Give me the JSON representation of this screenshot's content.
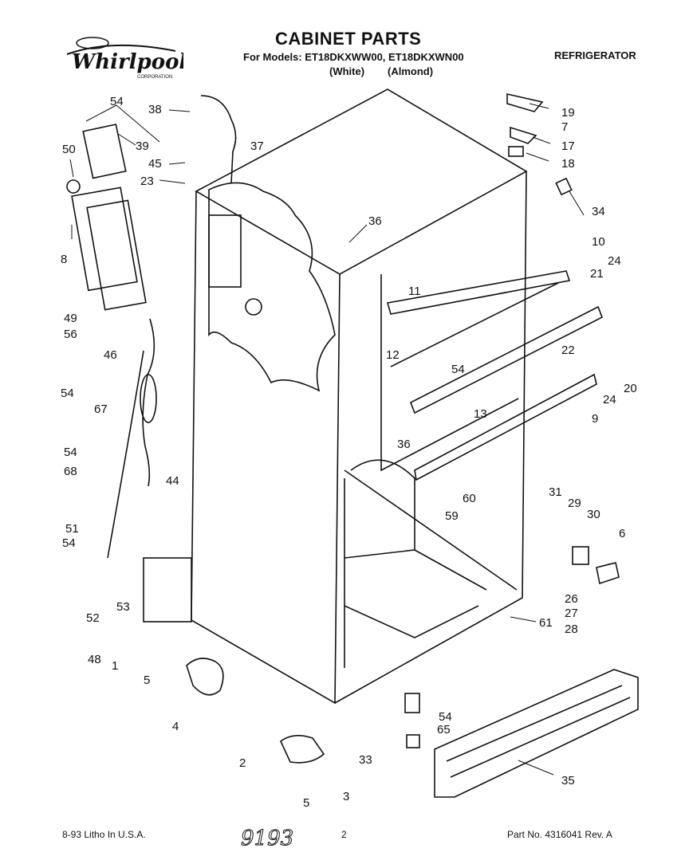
{
  "header": {
    "logo_text": "Whirlpool",
    "logo_small": "CORPORATION",
    "title": "CABINET PARTS",
    "models_line": "For Models: ET18DKXWW00, ET18DKXWN00",
    "variant_white": "(White)",
    "variant_almond": "(Almond)",
    "product": "REFRIGERATOR"
  },
  "footer": {
    "litho": "8-93 Litho In U.S.A.",
    "page": "2",
    "part_no": "Part No. 4316041 Rev. A",
    "handwritten": "9193"
  },
  "callouts": [
    "54",
    "38",
    "39",
    "37",
    "50",
    "45",
    "23",
    "8",
    "49",
    "56",
    "46",
    "54",
    "67",
    "54",
    "68",
    "44",
    "51",
    "54",
    "52",
    "53",
    "48",
    "1",
    "5",
    "4",
    "2",
    "5",
    "3",
    "19",
    "7",
    "17",
    "18",
    "36",
    "34",
    "10",
    "24",
    "11",
    "21",
    "12",
    "22",
    "54",
    "20",
    "24",
    "13",
    "9",
    "36",
    "60",
    "59",
    "31",
    "29",
    "30",
    "6",
    "26",
    "27",
    "28",
    "61",
    "54",
    "65",
    "33",
    "35"
  ]
}
